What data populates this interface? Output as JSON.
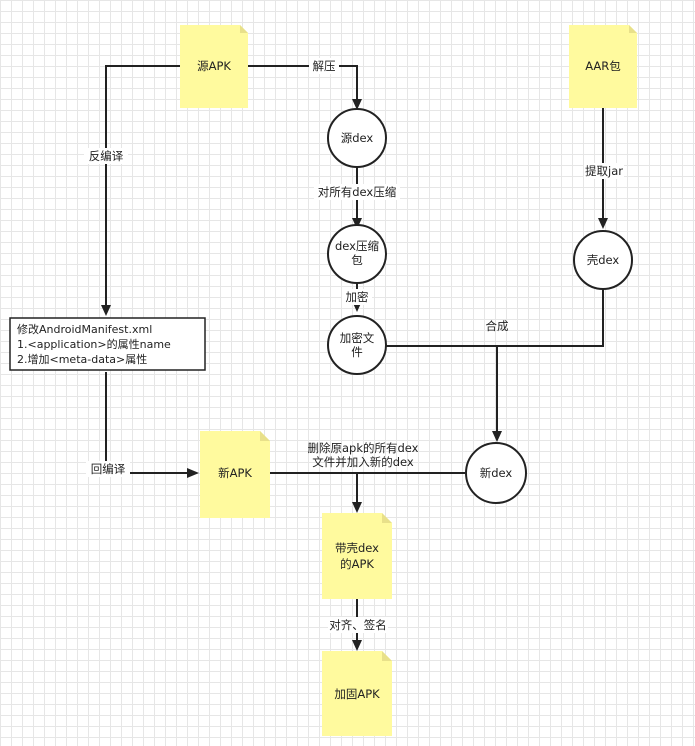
{
  "nodes": {
    "source_apk": "源APK",
    "aar_pkg": "AAR包",
    "source_dex": "源dex",
    "dex_zip_1": "dex压缩",
    "dex_zip_2": "包",
    "encrypted_1": "加密文",
    "encrypted_2": "件",
    "shell_dex": "壳dex",
    "manifest_1": "修改AndroidManifest.xml",
    "manifest_2": "1.<application>的属性name",
    "manifest_3": "2.增加<meta-data>属性",
    "new_apk": "新APK",
    "new_dex": "新dex",
    "shell_apk_1": "带壳dex",
    "shell_apk_2": "的APK",
    "hardened_apk": "加固APK"
  },
  "edges": {
    "unzip": "解压",
    "decompile": "反编译",
    "compress_all": "对所有dex压缩",
    "encrypt": "加密",
    "extract_jar": "提取jar",
    "merge": "合成",
    "recompile": "回编译",
    "replace_1": "删除原apk的所有dex",
    "replace_2": "文件并加入新的dex",
    "align_sign": "对齐、签名"
  },
  "colors": {
    "note": "#fffa9e",
    "stroke": "#222222",
    "grid": "#e6e6e6"
  }
}
